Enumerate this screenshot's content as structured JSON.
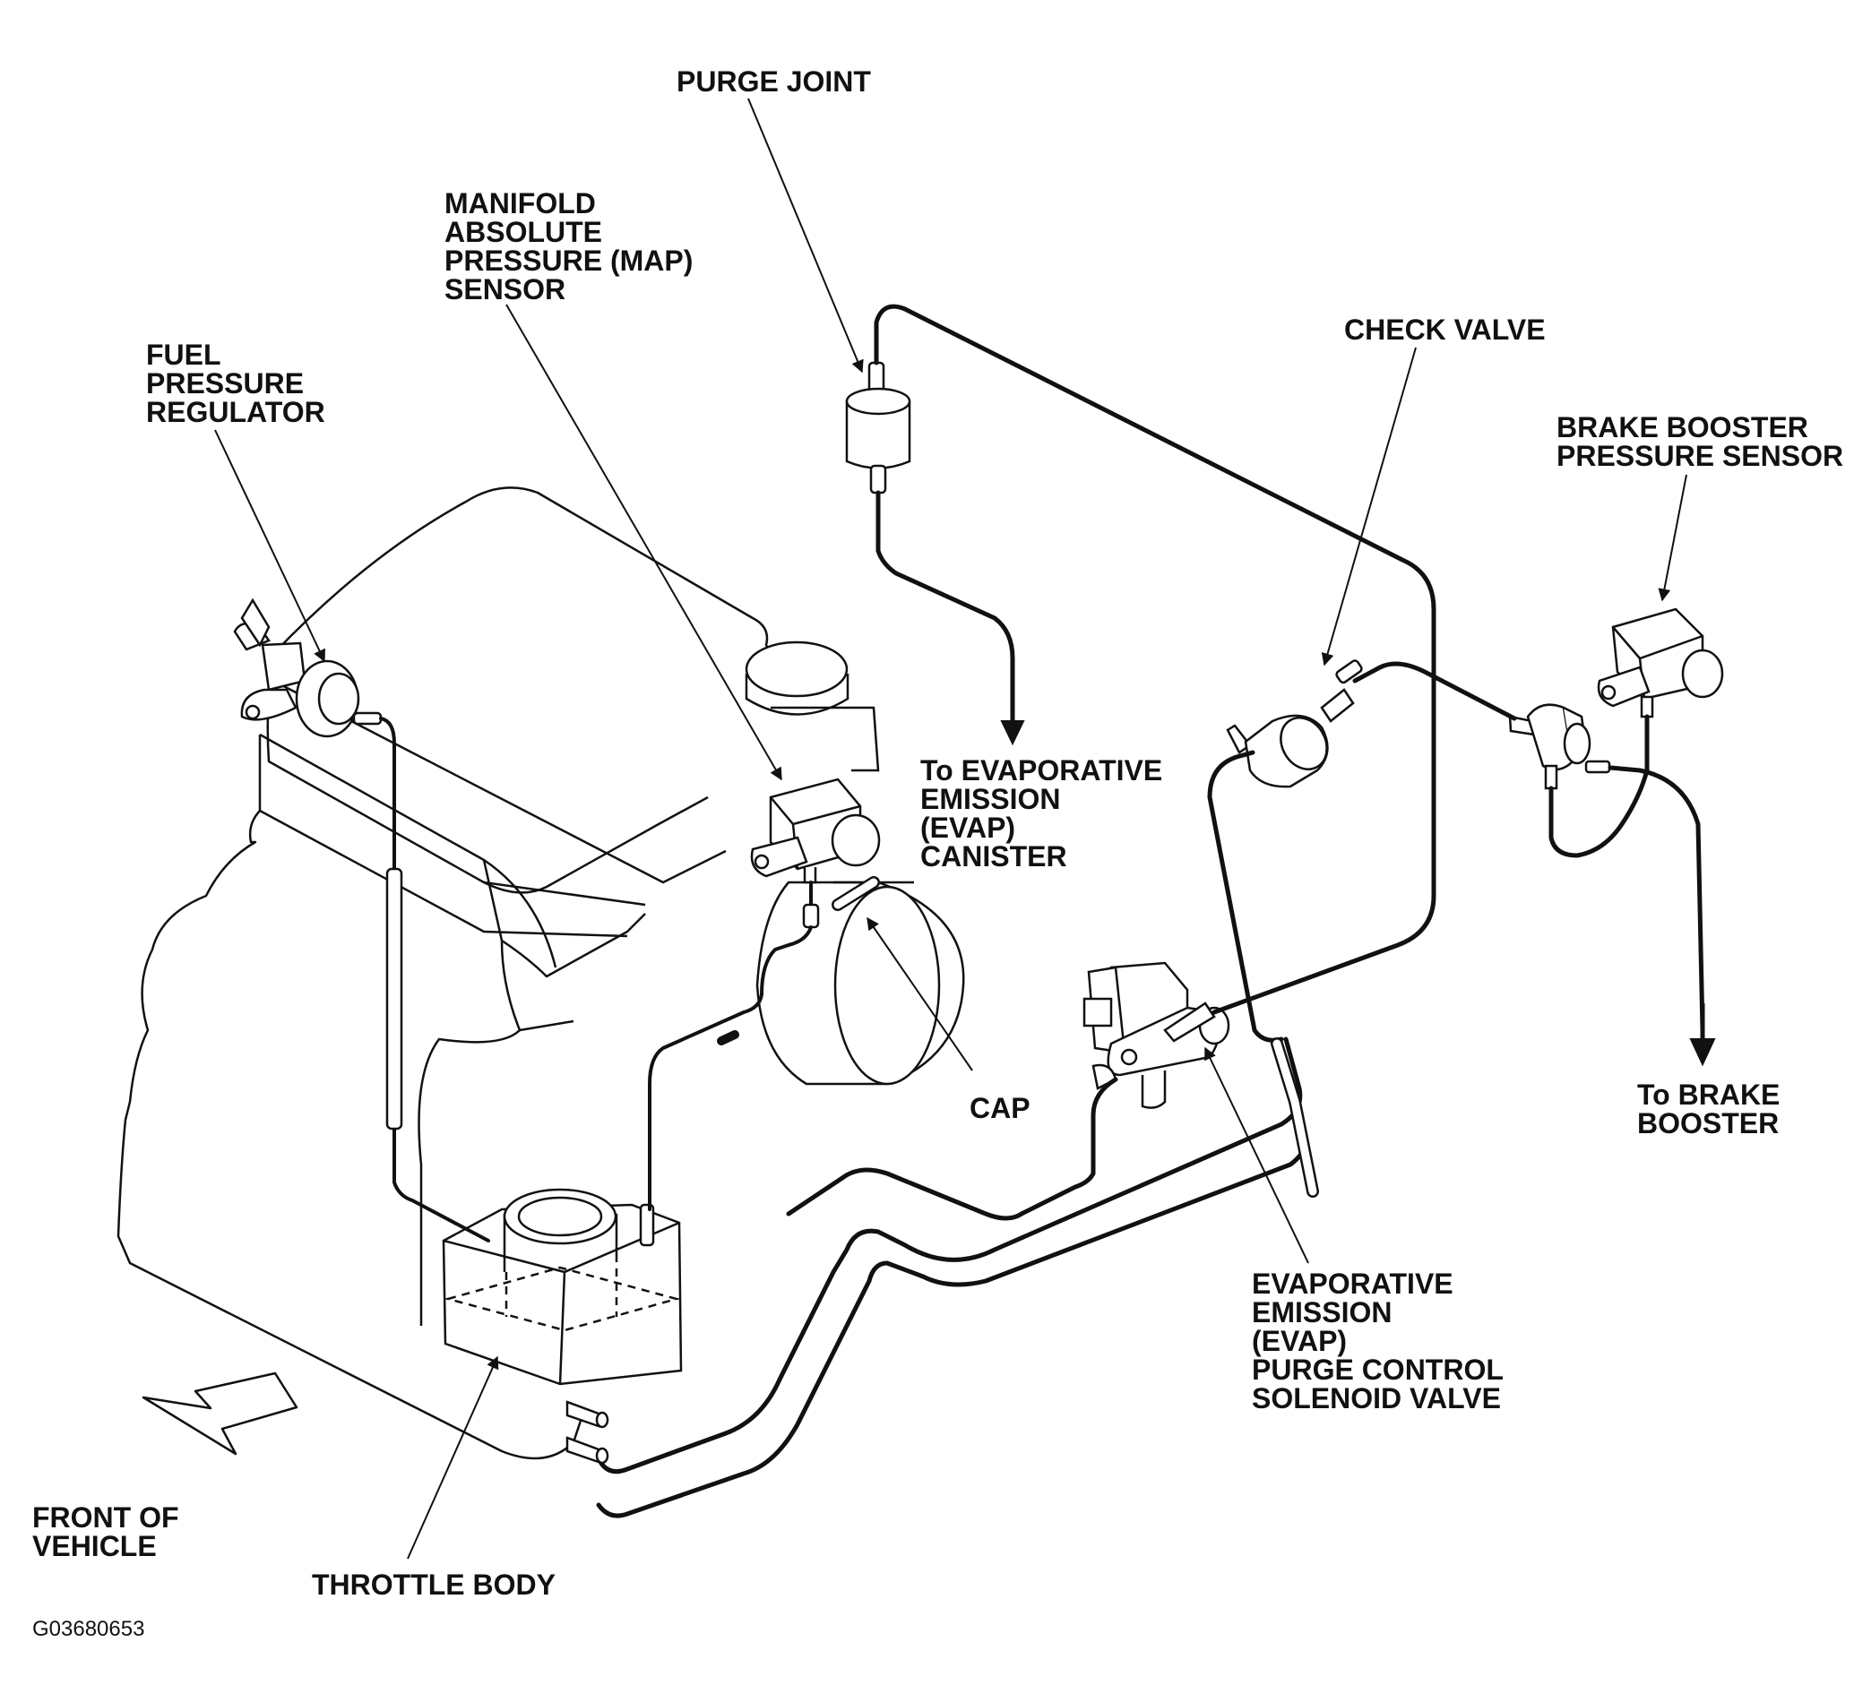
{
  "labels": {
    "purge_joint": [
      "PURGE JOINT"
    ],
    "map_sensor": [
      "MANIFOLD",
      "ABSOLUTE",
      "PRESSURE (MAP)",
      "SENSOR"
    ],
    "fuel_pressure_regulator": [
      "FUEL",
      "PRESSURE",
      "REGULATOR"
    ],
    "check_valve": [
      "CHECK VALVE"
    ],
    "brake_booster_sensor": [
      "BRAKE BOOSTER",
      "PRESSURE SENSOR"
    ],
    "to_evap_canister": [
      "To EVAPORATIVE",
      "EMISSION",
      "(EVAP)",
      "CANISTER"
    ],
    "cap": [
      "CAP"
    ],
    "to_brake_booster": [
      "To BRAKE",
      "BOOSTER"
    ],
    "evap_purge_solenoid": [
      "EVAPORATIVE",
      "EMISSION",
      "(EVAP)",
      "PURGE CONTROL",
      "SOLENOID VALVE"
    ],
    "front_of_vehicle": [
      "FRONT OF",
      "VEHICLE"
    ],
    "throttle_body": [
      "THROTTLE BODY"
    ]
  },
  "figure_code": "G03680653",
  "colors": {
    "ink": "#111111",
    "background": "#ffffff"
  }
}
